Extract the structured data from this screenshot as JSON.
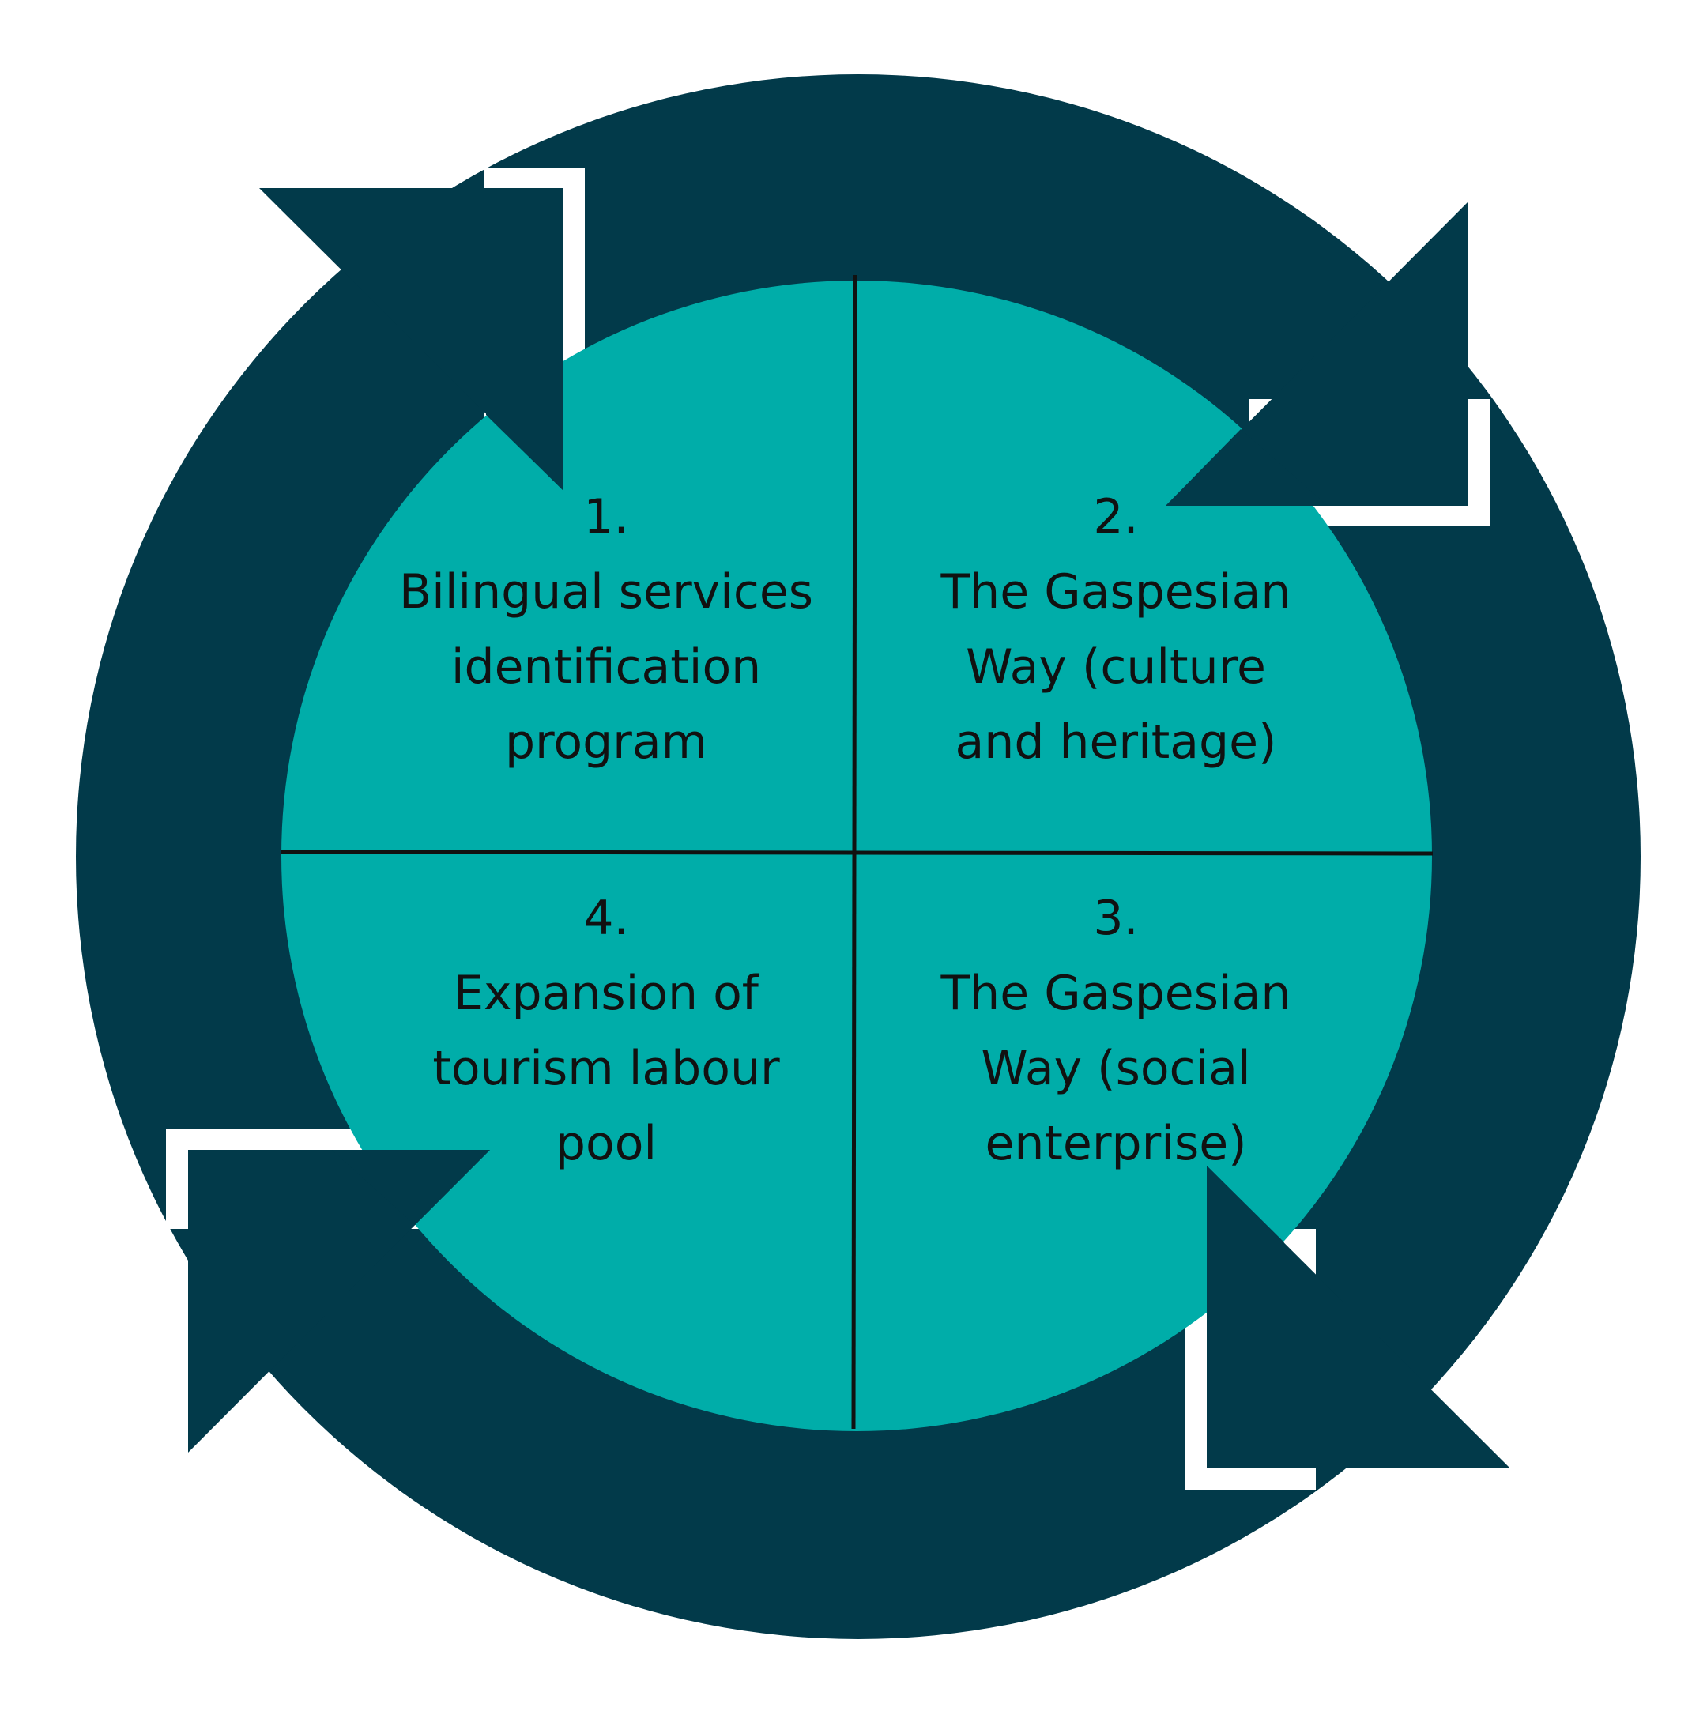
{
  "colors": {
    "ring": "#023a4a",
    "inner": "#00ada9",
    "divider": "#111111",
    "gap": "#ffffff",
    "text": "#111111"
  },
  "quadrants": [
    {
      "number": "1.",
      "lines": [
        "Bilingual services",
        "identification",
        "program"
      ]
    },
    {
      "number": "2.",
      "lines": [
        "The Gaspesian",
        "Way (culture",
        "and heritage)"
      ]
    },
    {
      "number": "3.",
      "lines": [
        "The Gaspesian",
        "Way (social",
        "enterprise)"
      ]
    },
    {
      "number": "4.",
      "lines": [
        "Expansion of",
        "tourism labour",
        "pool"
      ]
    }
  ]
}
